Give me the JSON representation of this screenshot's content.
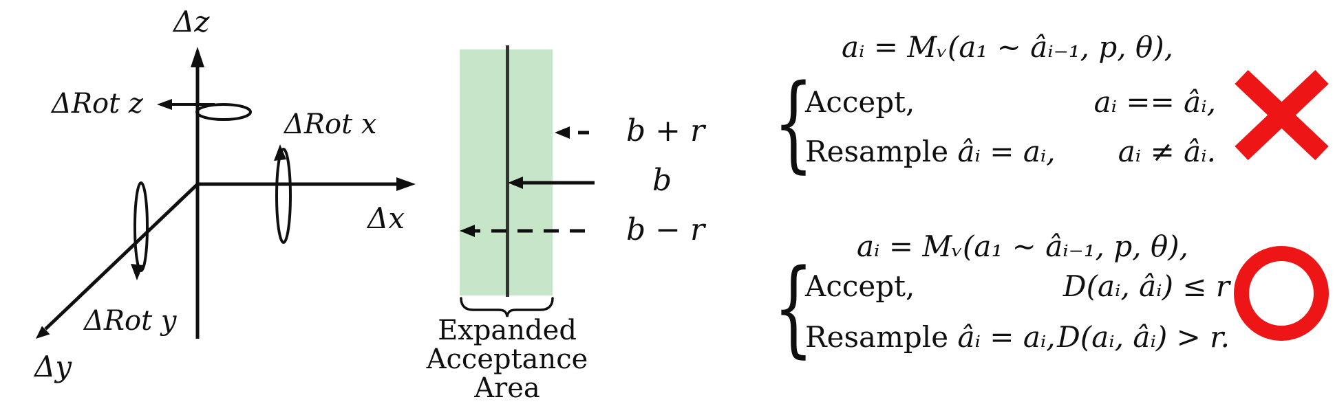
{
  "figure": {
    "left_diagram": {
      "labels": {
        "z_axis": "Δz",
        "x_axis": "Δx",
        "y_axis": "Δy",
        "rot_z": "ΔRot z",
        "rot_x": "ΔRot x",
        "rot_y": "ΔRot y"
      }
    },
    "band_diagram": {
      "labels": {
        "upper_bound": "b + r",
        "base": "b",
        "lower_bound": "b − r"
      },
      "caption_line1": "Expanded",
      "caption_line2": "Acceptance Area"
    },
    "equations": {
      "block1": {
        "line1": "aᵢ = Mᵥ(a₁ ∼ âᵢ₋₁, p, θ),",
        "brace": "{",
        "case1_left": "Accept,",
        "case1_right": "aᵢ == âᵢ,",
        "case2_left_word": "Resample",
        "case2_left_math": "âᵢ = aᵢ,",
        "case2_right": "aᵢ ≠ âᵢ.",
        "mark": "cross"
      },
      "block2": {
        "line1": "aᵢ = Mᵥ(a₁ ∼ âᵢ₋₁, p, θ),",
        "brace": "{",
        "case1_left": "Accept,",
        "case1_right": "D(aᵢ, âᵢ) ≤ r",
        "case2_left_word": "Resample",
        "case2_left_math": "âᵢ = aᵢ,",
        "case2_right": "D(aᵢ, âᵢ) > r.",
        "mark": "circle"
      }
    }
  },
  "colors": {
    "accent_red": "#ed1515",
    "band_green": "#c6e5c9",
    "band_line": "#333333",
    "ink": "#0f0f0f"
  }
}
